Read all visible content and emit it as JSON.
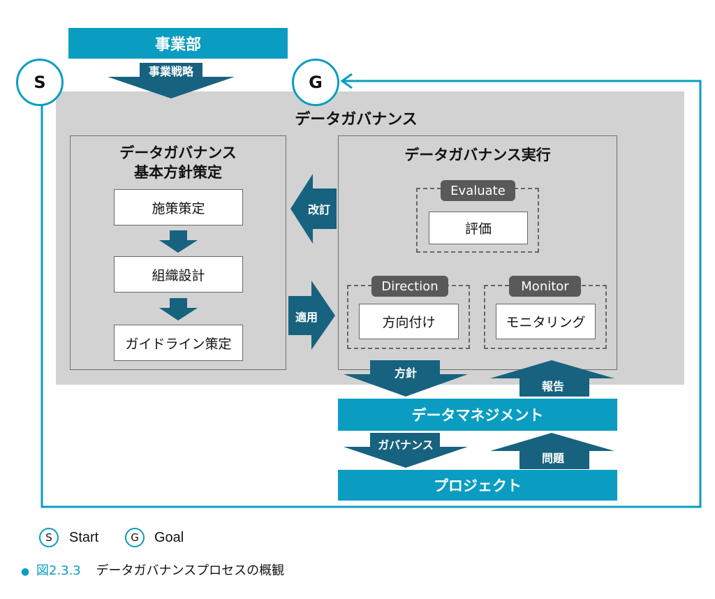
{
  "header": {
    "division": "事業部",
    "strategy": "事業戦略"
  },
  "markers": {
    "start": "S",
    "goal": "G"
  },
  "governance": {
    "title": "データガバナンス",
    "basic_policy": {
      "title_line1": "データガバナンス",
      "title_line2": "基本方針策定",
      "steps": [
        "施策策定",
        "組織設計",
        "ガイドライン策定"
      ]
    },
    "execution": {
      "title": "データガバナンス実行",
      "evaluate": {
        "tag": "Evaluate",
        "label": "評価"
      },
      "direction": {
        "tag": "Direction",
        "label": "方向付け"
      },
      "monitor": {
        "tag": "Monitor",
        "label": "モニタリング"
      }
    },
    "revise_label": "改訂",
    "apply_label": "適用"
  },
  "flow": {
    "policy_label": "方針",
    "report_label": "報告",
    "data_management": "データマネジメント",
    "governance_label": "ガバナンス",
    "issues_label": "問題",
    "project": "プロジェクト"
  },
  "legend": {
    "start_symbol": "S",
    "start_text": "Start",
    "goal_symbol": "G",
    "goal_text": "Goal"
  },
  "caption": {
    "bullet": "●",
    "figure_number": "図2.3.3",
    "text": "データガバナンスプロセスの概観"
  },
  "colors": {
    "accent": "#0a9dc1",
    "arrow_dark": "#17627f",
    "gray_area": "#d2d2d2",
    "pill": "#595959"
  }
}
